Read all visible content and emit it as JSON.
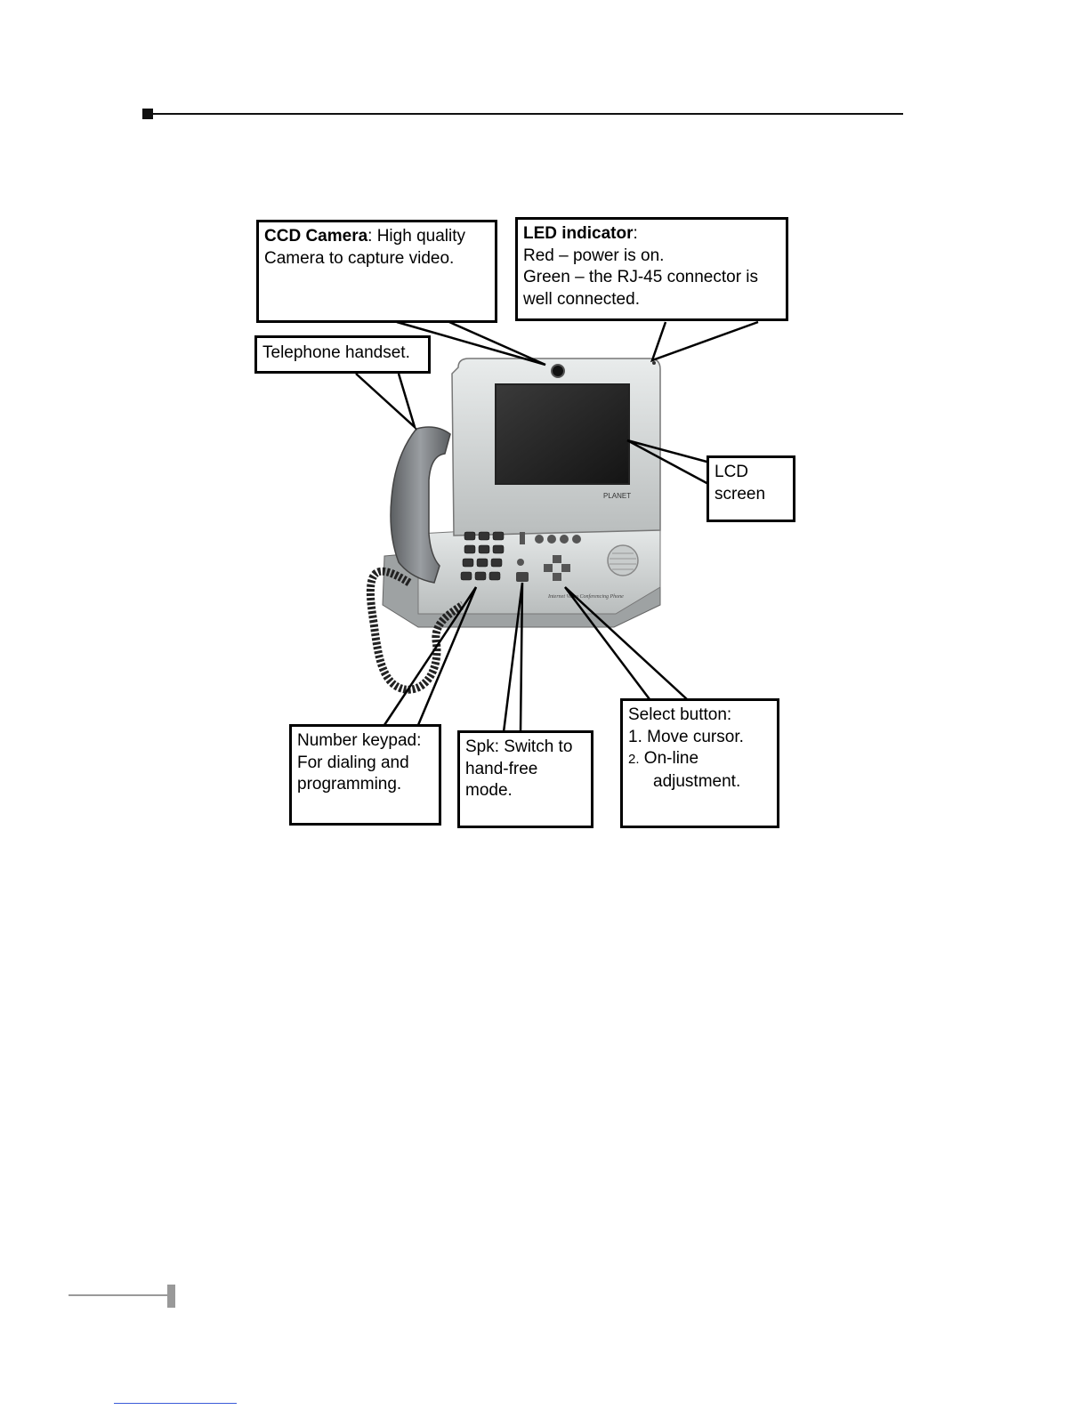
{
  "callouts": {
    "ccd": {
      "title": "CCD Camera",
      "rest": ": High quality",
      "line2": "Camera to capture video."
    },
    "led": {
      "title": "LED indicator",
      "rest": ":",
      "line2": "Red – power is on.",
      "line3": "Green – the RJ-45 connector is",
      "line4": "well connected."
    },
    "handset": {
      "text": "Telephone handset."
    },
    "lcd": {
      "line1": "LCD",
      "line2": "screen"
    },
    "keypad": {
      "line1": "Number keypad:",
      "line2": "For dialing and",
      "line3": "programming."
    },
    "spk": {
      "line1": "Spk: Switch to",
      "line2": "hand-free",
      "line3": "mode."
    },
    "select": {
      "line1": "Select button:",
      "line2": "1. Move cursor.",
      "line3_num": "2.",
      "line3_text": " On-line",
      "line4": "adjustment."
    }
  },
  "device": {
    "brand": "PLANET",
    "caption": "Internet Video Conferencing Phone"
  },
  "colors": {
    "ink": "#000000",
    "rule": "#111111",
    "footer": "#999999"
  }
}
